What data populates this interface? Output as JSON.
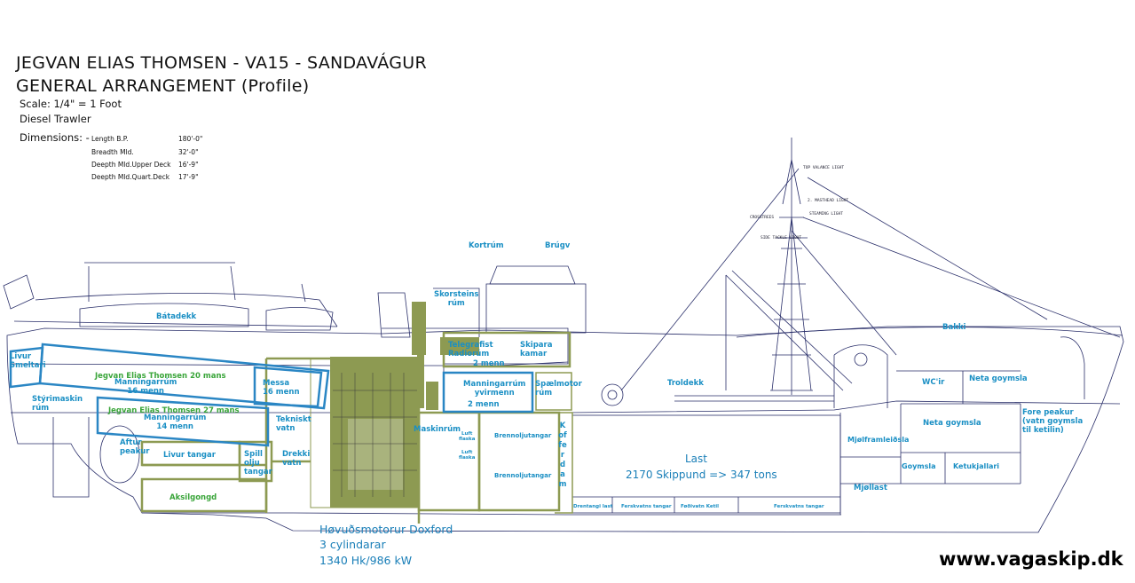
{
  "header": {
    "title": "JEGVAN ELIAS THOMSEN - VA15 - SANDAVÁGUR",
    "subtitle": "GENERAL ARRANGEMENT (Profile)",
    "scale": "Scale: 1/4\" = 1 Foot",
    "type": "Diesel Trawler",
    "dimensions_label": "Dimensions: -"
  },
  "dimensions": [
    {
      "name": "Length B.P.",
      "value": "180'-0\""
    },
    {
      "name": "Breadth Mld.",
      "value": "32'-0\""
    },
    {
      "name": "Deepth Mld.Upper Deck",
      "value": "16'-9\""
    },
    {
      "name": "Deepth Mld.Quart.Deck",
      "value": "17'-9\""
    }
  ],
  "labels": {
    "kortrum": "Kortrúm",
    "brugv": "Brúgv",
    "skorsteins": "Skorsteins\nrúm",
    "batadekk": "Bátadekk",
    "bakki": "Bakki",
    "telegrafist": "Telegrafist\nRadiorúm",
    "telegrafist_menn": "2 menn",
    "skipara": "Skipara\nkamar",
    "livur_smeltari": "Livur\nSmeltari",
    "jegvan20": "Jegvan Elias Thomsen 20 mans",
    "manningarrum16": "Manningarrúm\n16 menn",
    "messa": "Messa\n16 menn",
    "styrimaskin": "Stýrimaskin\nrúm",
    "jegvan27": "Jegvan Elias Thomsen 27 mans",
    "manningarrum14": "Manningarrúm\n14 menn",
    "tekniskt": "Tekniskt\nvatn",
    "manningarrum_yvir": "Manningarrúm\nyvirmenn",
    "manningarrum_yvir_menn": "2 menn",
    "spaelmotor": "Spælmotor\nrúm",
    "troldekk": "Troldekk",
    "wcir": "WC'ir",
    "neta_goymsla_top": "Neta goymsla",
    "fore_peakur": "Fore peakur\n(vatn goymsla\ntil ketilin)",
    "neta_goymsla": "Neta goymsla",
    "aftur_peakur": "Aftur\npeakur",
    "livur_tangar": "Livur tangar",
    "spill_olju": "Spill\nolju\ntangar",
    "drekki_vatn": "Drekki\nvatn",
    "maskinrum": "Maskinrúm",
    "luft1": "Luft\nflaska",
    "luft2": "Luft\nflaska",
    "brennolju1": "Brennoljutangar",
    "brennolju2": "Brennoljutangar",
    "kofferdam": "Kofferdam",
    "mjolframleidsla": "Mjølframleiðsla",
    "goymsla": "Goymsla",
    "ketukjallari": "Ketukjallari",
    "mjollast": "Mjøllast",
    "aksilgongd": "Aksilgongd",
    "drentangi": "Drentangi last",
    "ferskvatn1": "Ferskvatns tangar",
    "fodivatn": "Føðivatn Ketil",
    "ferskvatn2": "Ferskvatns tangar"
  },
  "mast_labels": [
    "TOP VALANCE LIGHT",
    "2. MASTHEAD LIGHT",
    "STEAMING LIGHT",
    "CROSSTREES",
    "SIDE TACKLE LIGHT"
  ],
  "cargo": {
    "title": "Last",
    "capacity": "2170 Skippund => 347 tons"
  },
  "engine": {
    "line1": "Høvuðsmotorur Doxford",
    "line2": "3 cylindarar",
    "line3": "1340 Hk/986 kW"
  },
  "website": "www.vagaskip.dk",
  "colors": {
    "engine": "#8d9a52",
    "label_blue": "#1a8fc4",
    "label_green": "#3aa53a",
    "outline_blue": "#2a86c4"
  }
}
